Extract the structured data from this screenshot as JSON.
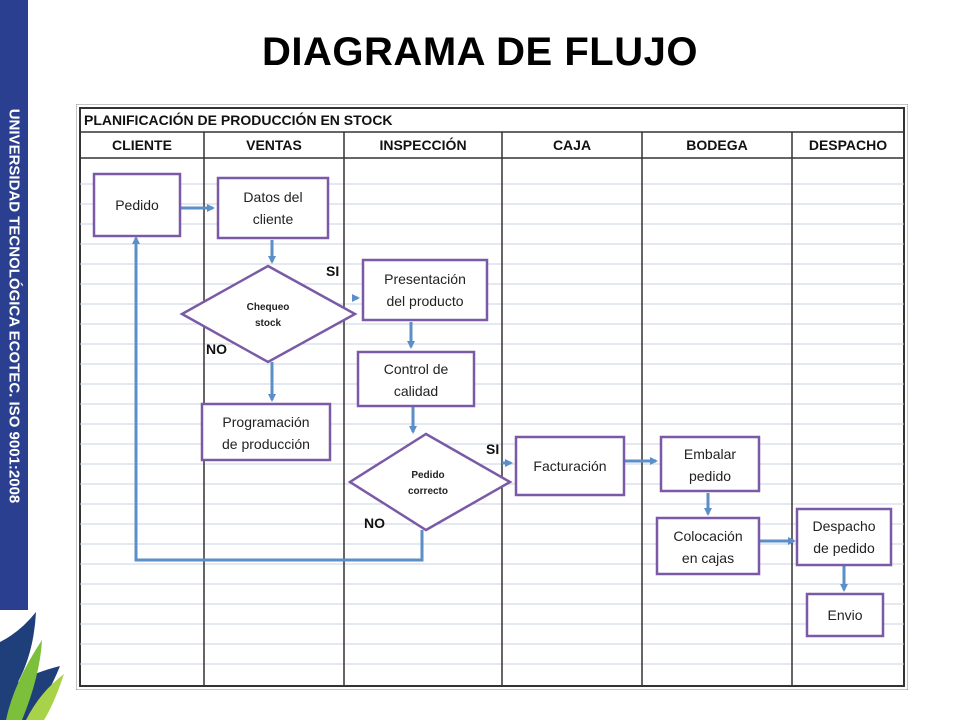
{
  "title": "DIAGRAMA DE FLUJO",
  "sidebar": {
    "text": "UNIVERSIDAD TECNOLÓGICA ECOTEC. ISO 9001:2008"
  },
  "diagram": {
    "heading": "PLANIFICACIÓN DE PRODUCCIÓN EN STOCK",
    "lanes": [
      "CLIENTE",
      "VENTAS",
      "INSPECCIÓN",
      "CAJA",
      "BODEGA",
      "DESPACHO"
    ],
    "nodes": {
      "pedido": [
        "Pedido"
      ],
      "datos": [
        "Datos del",
        "cliente"
      ],
      "chequeo": [
        "Chequeo",
        "stock"
      ],
      "programacion": [
        "Programación",
        "de producción"
      ],
      "presentacion": [
        "Presentación",
        "del producto"
      ],
      "control": [
        "Control de",
        "calidad"
      ],
      "pedido_correcto": [
        "Pedido",
        "correcto"
      ],
      "facturacion": [
        "Facturación"
      ],
      "embalar": [
        "Embalar",
        "pedido"
      ],
      "colocacion": [
        "Colocación",
        "en cajas"
      ],
      "despacho": [
        "Despacho",
        "de pedido"
      ],
      "envio": [
        "Envio"
      ]
    },
    "labels": {
      "si_1": "SI",
      "no_1": "NO",
      "si_2": "SI",
      "no_2": "NO"
    }
  },
  "colors": {
    "box_border": "#7a5aa6",
    "arrow": "#5b8fc7",
    "sidebar": "#2a3f8f",
    "grid": "#c9d2e3"
  }
}
